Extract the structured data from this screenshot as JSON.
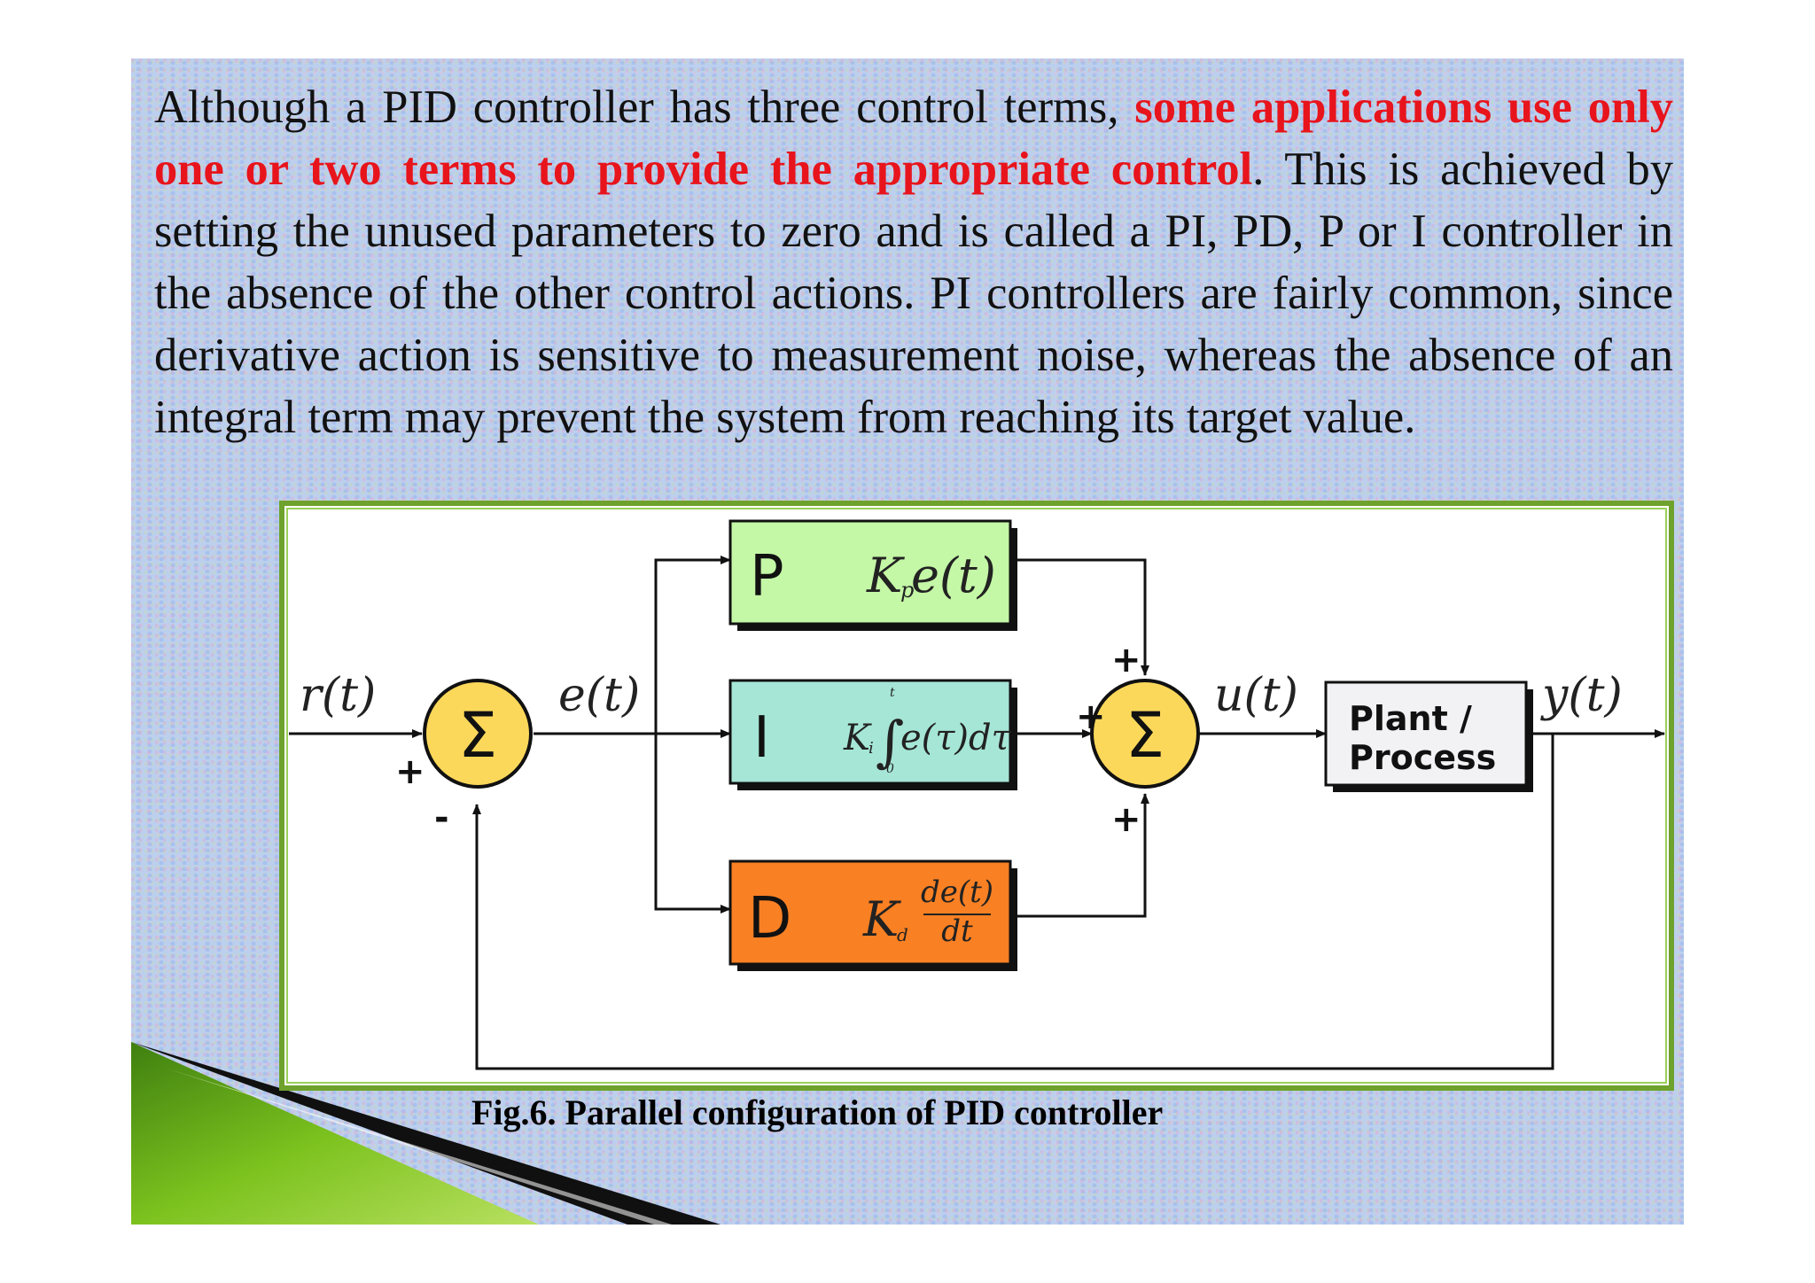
{
  "paragraph": {
    "part1": "Although a PID controller has three control terms,",
    "highlight": "some applications use only one or two terms to provide the appropriate control",
    "part2": ". This is achieved by setting the unused parameters to zero and is called a PI, PD, P or I controller in the absence of the other control actions. PI controllers are fairly common, since derivative action is sensitive to measurement noise, whereas the absence of an integral term may prevent the system from reaching its target value."
  },
  "diagram": {
    "blocks": {
      "p": {
        "letter": "P",
        "color": "#c4f7a6"
      },
      "i": {
        "letter": "I",
        "color": "#a6e6d6"
      },
      "d": {
        "letter": "D",
        "color": "#f98023"
      },
      "plant": {
        "line1": "Plant /",
        "line2": "Process",
        "color": "#f2f2f4"
      }
    },
    "signals": {
      "r": "r(t)",
      "e": "e(t)",
      "u": "u(t)",
      "y": "y(t)"
    },
    "summers": {
      "symbol": "Σ",
      "color": "#fcd85a"
    },
    "signs": {
      "plus": "+",
      "minus": "-"
    },
    "frame_color": "#6ea22c",
    "caption": "Fig.6. Parallel configuration of PID controller"
  },
  "accent": {
    "highlight_text": "#e8141c",
    "corner_green": "#7cc21e"
  }
}
